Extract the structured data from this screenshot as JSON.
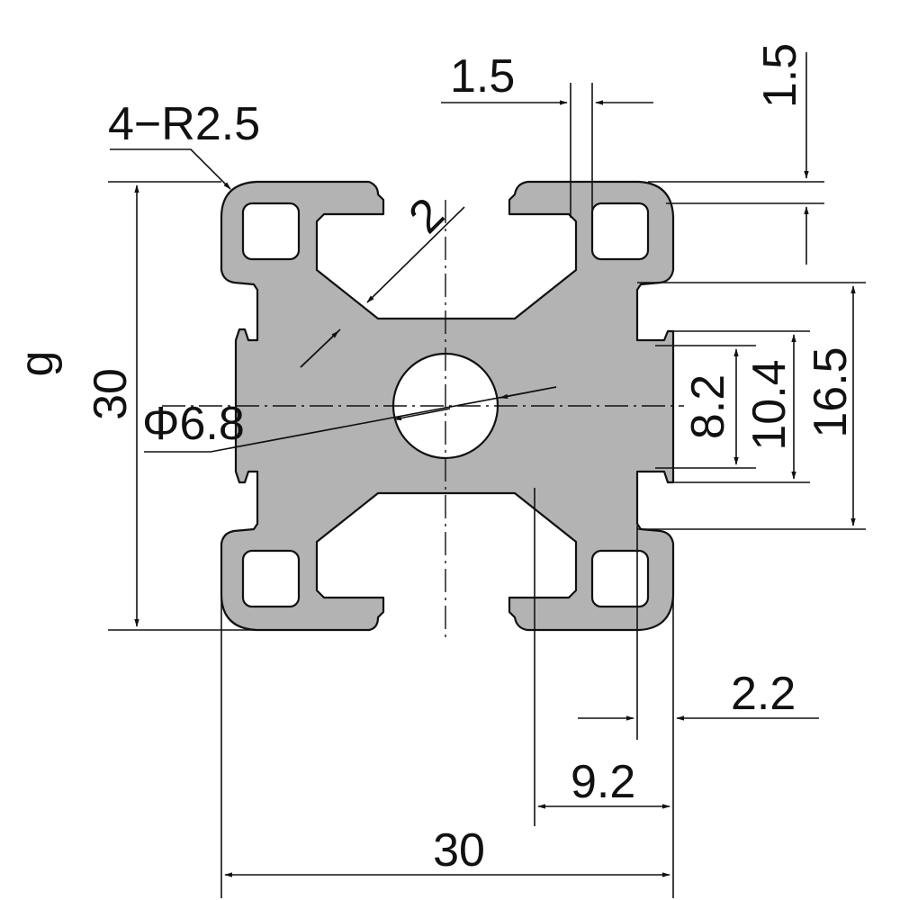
{
  "drawing": {
    "profile_color": "#b3b3b3",
    "outline_color": "#111111",
    "background_color": "#ffffff",
    "labels": {
      "corner_radius": "4−R2.5",
      "wall_thickness": "2",
      "bore_diameter": "Φ6.8",
      "height_total": "30",
      "side_marker": "g",
      "slot_lip_width": "1.5",
      "slot_lip_depth": "1.5",
      "slot_inner_width": "16.5",
      "slot_mid_width": "10.4",
      "slot_opening": "8.2",
      "lip_offset": "2.2",
      "slot_depth": "9.2",
      "width_total": "30"
    }
  }
}
